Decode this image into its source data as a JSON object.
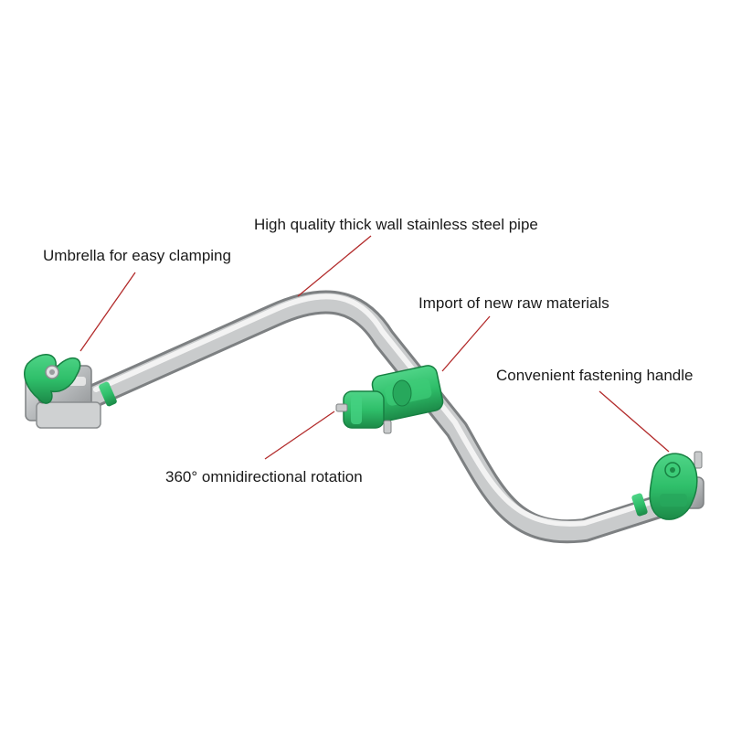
{
  "product": {
    "name": "stainless-steel-bent-pipe-clamp-holder"
  },
  "colors": {
    "background": "#ffffff",
    "pipe_light": "#f4f4f4",
    "pipe_mid": "#c9cbcc",
    "pipe_dark": "#8c8f91",
    "plastic_green": "#2fbf6a",
    "plastic_green_dark": "#1c8a48",
    "leader_line": "#b22a2a",
    "label_text": "#1a1a1a"
  },
  "callouts": {
    "pipe": "High quality thick wall stainless steel pipe",
    "umbrella": "Umbrella for easy clamping",
    "import": "Import of new raw materials",
    "handle": "Convenient fastening handle",
    "rotation": "360° omnidirectional rotation"
  }
}
